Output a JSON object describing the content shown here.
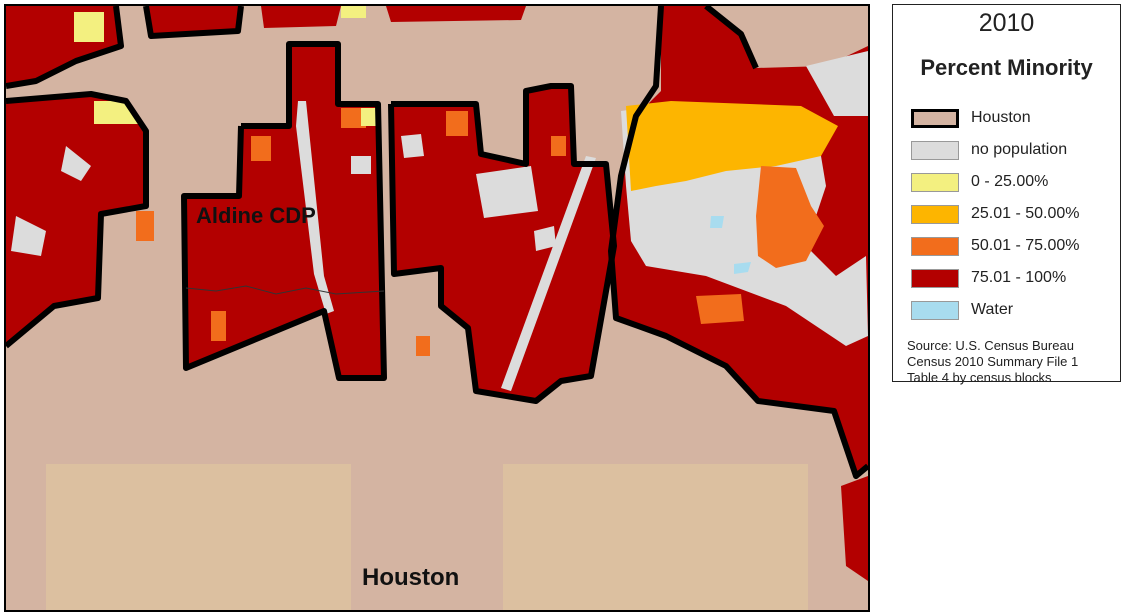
{
  "map": {
    "labels": {
      "place": "Aldine CDP",
      "city": "Houston"
    },
    "colors": {
      "houston": "#d4b4a2",
      "houston_light": "#dcc0a0",
      "boundary": "#000000",
      "class_75_100": "#b30000",
      "class_50_75": "#f26d1c",
      "class_25_50": "#fdb500",
      "class_0_25": "#f3f080",
      "no_population": "#dcdcdc",
      "water": "#a8dcef"
    }
  },
  "legend": {
    "year": "2010",
    "title": "Percent Minority",
    "items": [
      {
        "label": "Houston",
        "color": "#d4b4a2"
      },
      {
        "label": "no population",
        "color": "#dcdcdc"
      },
      {
        "label": "0 - 25.00%",
        "color": "#f3f080"
      },
      {
        "label": "25.01 - 50.00%",
        "color": "#fdb500"
      },
      {
        "label": "50.01 - 75.00%",
        "color": "#f26d1c"
      },
      {
        "label": "75.01 - 100%",
        "color": "#b30000"
      },
      {
        "label": "Water",
        "color": "#a8dcef"
      }
    ],
    "source": [
      "Source:  U.S. Census Bureau",
      "Census 2010 Summary File 1",
      "Table 4 by census blocks"
    ]
  }
}
